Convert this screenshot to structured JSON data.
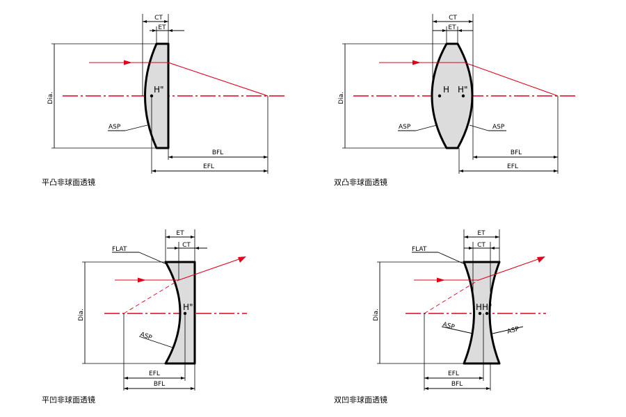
{
  "figures": [
    {
      "caption": "平凸非球面透镜",
      "labels": {
        "ct": "CT",
        "et": "ET",
        "dia": "Dia.",
        "asp": "ASP",
        "bfl": "BFL",
        "efl": "EFL",
        "h2": "H\""
      }
    },
    {
      "caption": "双凸非球面透镜",
      "labels": {
        "ct": "CT",
        "et": "ET",
        "dia": "Dia.",
        "asp_left": "ASP",
        "asp_right": "ASP",
        "bfl": "BFL",
        "efl": "EFL",
        "h": "H",
        "h2": "H\""
      }
    },
    {
      "caption": "平凹非球面透镜",
      "labels": {
        "et": "ET",
        "ct": "CT",
        "flat": "FLAT",
        "dia": "Dia.",
        "asp": "ASP",
        "efl": "EFL",
        "bfl": "BFL",
        "h2": "H\""
      }
    },
    {
      "caption": "双凹非球面透镜",
      "labels": {
        "et": "ET",
        "ct": "CT",
        "flat": "FLAT",
        "dia": "Dia.",
        "asp_left": "ASP",
        "asp_right": "ASP",
        "efl": "EFL",
        "bfl": "BFL",
        "hh": "HH\""
      }
    }
  ],
  "colors": {
    "ray": "#e0001a",
    "lens_fill": "#dcdcdc",
    "line": "#000000"
  }
}
